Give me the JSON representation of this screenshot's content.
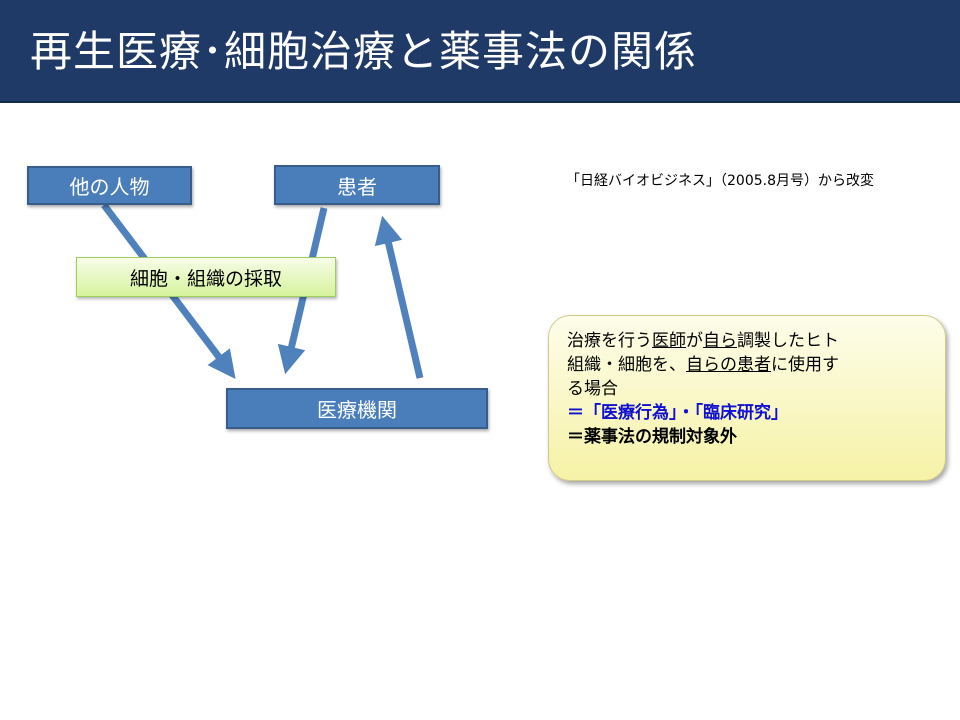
{
  "title": "再生医療･細胞治療と薬事法の関係",
  "boxes": {
    "other_person": "他の人物",
    "patient": "患者",
    "medical_institution": "医療機関"
  },
  "harvest_label": "細胞・組織の採取",
  "source_note": "「日経バイオビジネス」（2005.8月号）から改変",
  "callout": {
    "line1": {
      "a": "治療を行う",
      "b": "医師",
      "c": "が",
      "d": "自ら",
      "e": "調製したヒト"
    },
    "line2": {
      "a": "組織・細胞を、",
      "b": "自らの患者",
      "c": "に",
      "d": "使用す"
    },
    "line3": "る場合",
    "line4": "＝「医療行為」・「臨床研究」",
    "line5": "＝薬事法の規制対象外"
  },
  "colors": {
    "title_bar": "#1f3a66",
    "box_fill": "#4a7ebb",
    "arrow": "#4f81bd",
    "harvest_fill": "#d6f39c",
    "callout_fill": "#f6f2a6",
    "emphasis_blue": "#1010d0"
  }
}
